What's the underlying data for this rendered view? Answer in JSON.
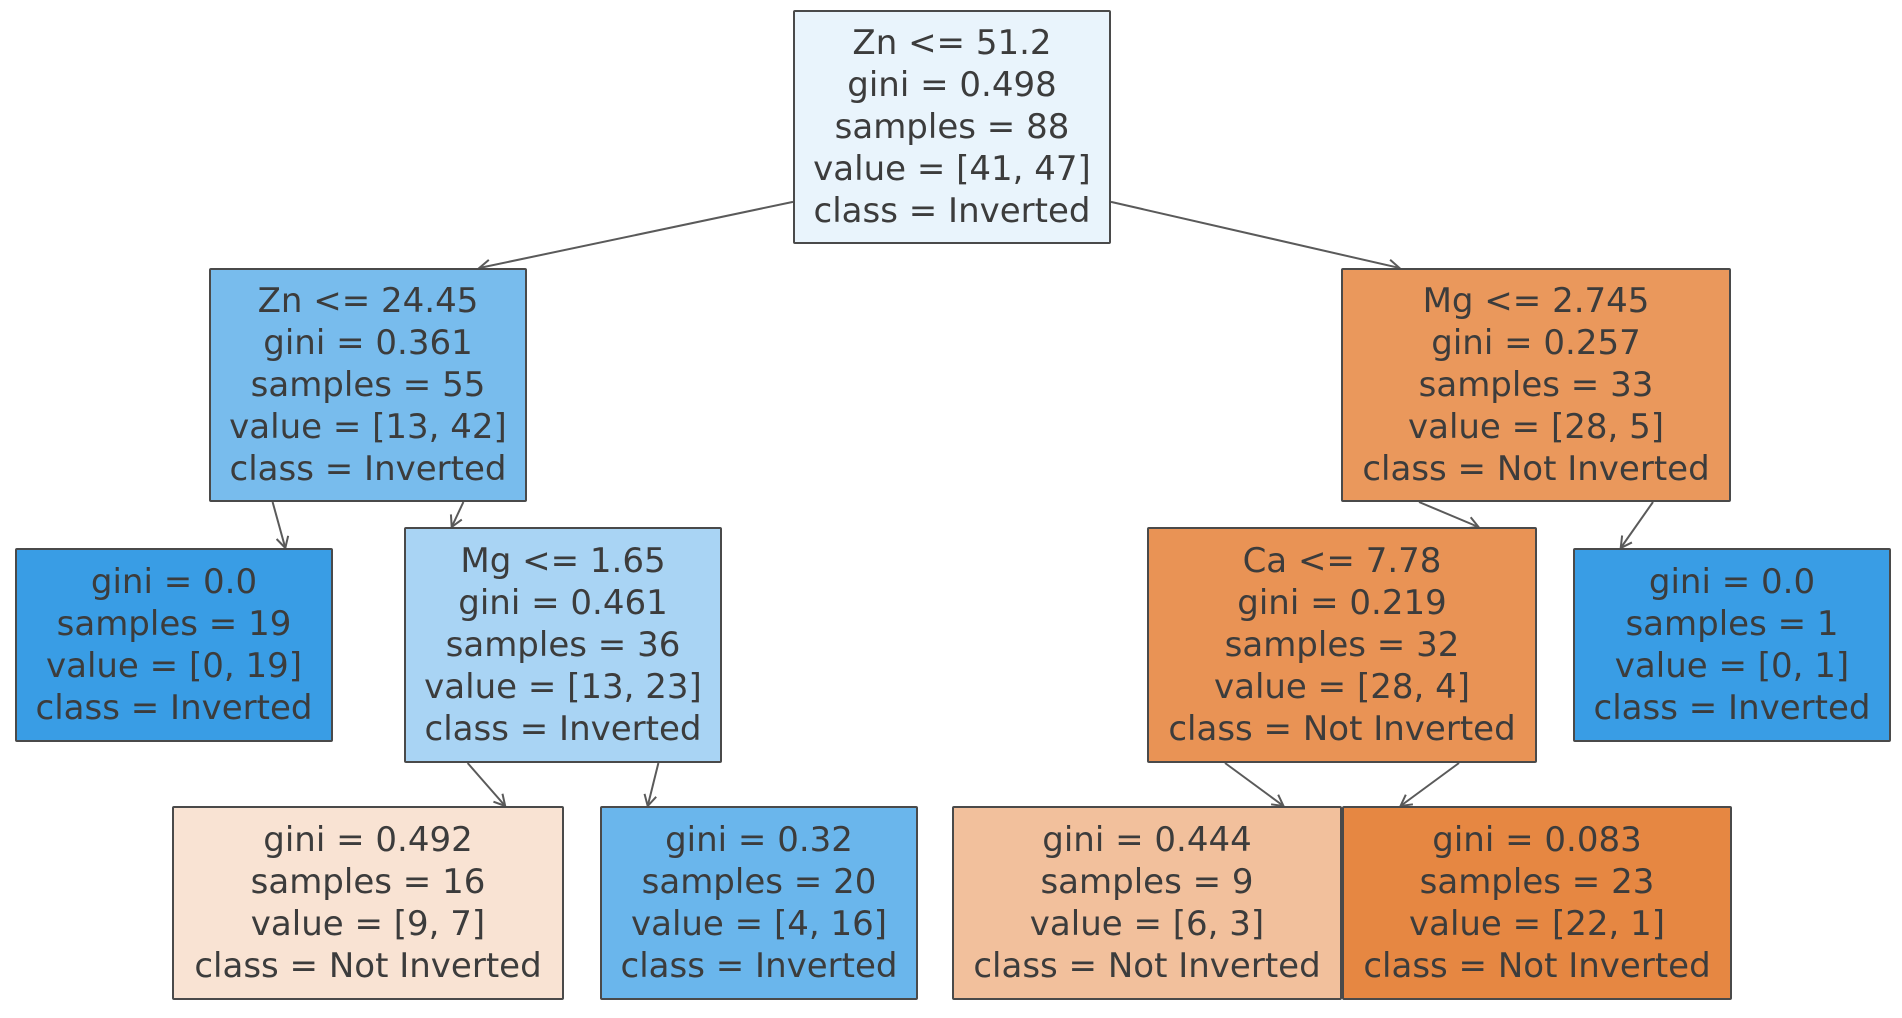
{
  "nodes": [
    {
      "id": "root",
      "lines": [
        "Zn <= 51.2",
        "gini = 0.498",
        "samples = 88",
        "value = [41, 47]",
        "class = Inverted"
      ],
      "fill": "#e9f4fc"
    },
    {
      "id": "left",
      "lines": [
        "Zn <= 24.45",
        "gini = 0.361",
        "samples = 55",
        "value = [13, 42]",
        "class = Inverted"
      ],
      "fill": "#78bced"
    },
    {
      "id": "right",
      "lines": [
        "Mg <= 2.745",
        "gini = 0.257",
        "samples = 33",
        "value = [28, 5]",
        "class = Not Inverted"
      ],
      "fill": "#ea985c"
    },
    {
      "id": "ll",
      "lines": [
        "gini = 0.0",
        "samples = 19",
        "value = [0, 19]",
        "class = Inverted"
      ],
      "fill": "#399de5"
    },
    {
      "id": "lr",
      "lines": [
        "Mg <= 1.65",
        "gini = 0.461",
        "samples = 36",
        "value = [13, 23]",
        "class = Inverted"
      ],
      "fill": "#a9d4f4"
    },
    {
      "id": "rl",
      "lines": [
        "Ca <= 7.78",
        "gini = 0.219",
        "samples = 32",
        "value = [28, 4]",
        "class = Not Inverted"
      ],
      "fill": "#e99355"
    },
    {
      "id": "rr",
      "lines": [
        "gini = 0.0",
        "samples = 1",
        "value = [0, 1]",
        "class = Inverted"
      ],
      "fill": "#399de5"
    },
    {
      "id": "lrl",
      "lines": [
        "gini = 0.492",
        "samples = 16",
        "value = [9, 7]",
        "class = Not Inverted"
      ],
      "fill": "#f9e3d3"
    },
    {
      "id": "lrr",
      "lines": [
        "gini = 0.32",
        "samples = 20",
        "value = [4, 16]",
        "class = Inverted"
      ],
      "fill": "#6ab6ec"
    },
    {
      "id": "rll",
      "lines": [
        "gini = 0.444",
        "samples = 9",
        "value = [6, 3]",
        "class = Not Inverted"
      ],
      "fill": "#f2c09c"
    },
    {
      "id": "rlr",
      "lines": [
        "gini = 0.083",
        "samples = 23",
        "value = [22, 1]",
        "class = Not Inverted"
      ],
      "fill": "#e68742"
    }
  ],
  "edges": [
    [
      "root",
      "left"
    ],
    [
      "root",
      "right"
    ],
    [
      "left",
      "ll"
    ],
    [
      "left",
      "lr"
    ],
    [
      "right",
      "rl"
    ],
    [
      "right",
      "rr"
    ],
    [
      "lr",
      "lrl"
    ],
    [
      "lr",
      "lrr"
    ],
    [
      "rl",
      "rll"
    ],
    [
      "rl",
      "rlr"
    ]
  ],
  "colors": {
    "edge": "#5a5a5a",
    "border": "#4a4a4a",
    "text": "#3c3c3c"
  }
}
